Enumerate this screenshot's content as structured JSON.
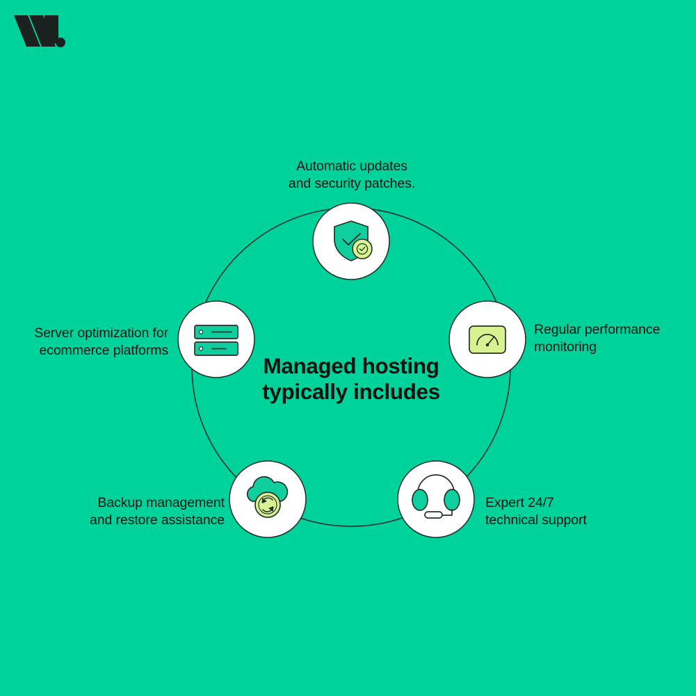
{
  "brand": {
    "logo_icon": "w-monogram-logo",
    "logo_alt": "W."
  },
  "colors": {
    "background": "#00d29c",
    "text": "#0e1511",
    "node_fill": "#ffffff",
    "stroke": "#23312b",
    "icon_teal": "#0ecf9d",
    "icon_teal_dark": "#0bbd8e",
    "icon_lime": "#d9f291",
    "icon_lime_dark": "#c4e46b"
  },
  "center": {
    "title_line1": "Managed hosting",
    "title_line2": "typically includes"
  },
  "nodes": [
    {
      "id": "automatic-updates",
      "icon": "shield-check-icon",
      "caption_line1": "Automatic updates",
      "caption_line2": "and security patches.",
      "position": "top"
    },
    {
      "id": "performance-monitoring",
      "icon": "gauge-icon",
      "caption_line1": "Regular performance",
      "caption_line2": "monitoring",
      "position": "right"
    },
    {
      "id": "technical-support",
      "icon": "headset-icon",
      "caption_line1": "Expert 24/7",
      "caption_line2": "technical support",
      "position": "bottom-right"
    },
    {
      "id": "backup-management",
      "icon": "cloud-sync-icon",
      "caption_line1": "Backup management",
      "caption_line2": "and restore assistance",
      "position": "bottom-left"
    },
    {
      "id": "server-optimization",
      "icon": "server-rack-icon",
      "caption_line1": "Server optimization for",
      "caption_line2": "ecommerce platforms",
      "position": "left"
    }
  ]
}
